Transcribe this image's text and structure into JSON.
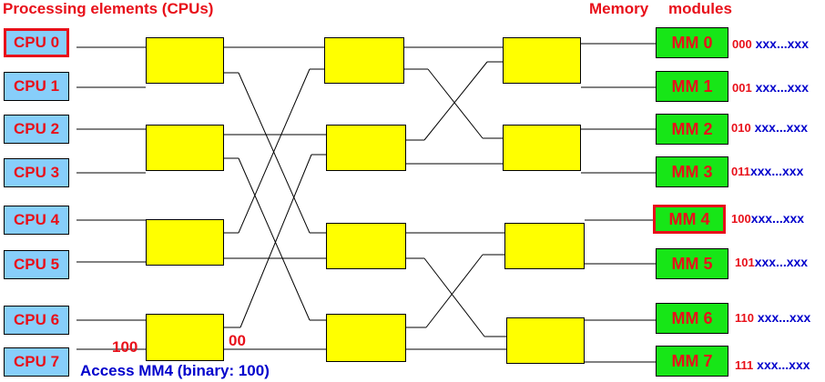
{
  "headers": {
    "left": "Processing elements (CPUs)",
    "memory": "Memory",
    "modules": "modules"
  },
  "cpus": [
    "CPU 0",
    "CPU 1",
    "CPU 2",
    "CPU 3",
    "CPU 4",
    "CPU 5",
    "CPU 6",
    "CPU 7"
  ],
  "memory_modules": [
    {
      "label": "MM 0",
      "bits": "000",
      "suffix": "xxx...xxx"
    },
    {
      "label": "MM 1",
      "bits": "001",
      "suffix": "xxx...xxx"
    },
    {
      "label": "MM 2",
      "bits": "010",
      "suffix": "xxx...xxx"
    },
    {
      "label": "MM 3",
      "bits": "011",
      "suffix": "xxx...xxx"
    },
    {
      "label": "MM 4",
      "bits": "100",
      "suffix": "xxx...xxx"
    },
    {
      "label": "MM 5",
      "bits": "101",
      "suffix": "xxx...xxx"
    },
    {
      "label": "MM 6",
      "bits": "110",
      "suffix": "xxx...xxx"
    },
    {
      "label": "MM 7",
      "bits": "111",
      "suffix": "xxx...xxx"
    }
  ],
  "routing": {
    "input_bits": "100",
    "remaining_bits": "00",
    "caption": "Access MM4 (binary: 100)"
  },
  "highlighted": {
    "cpu": "CPU 0",
    "module": "MM 4"
  },
  "colors": {
    "cpu_fill": "#87cefa",
    "module_fill": "#17e617",
    "switch_fill": "#ffff00",
    "label_red": "#e8101a",
    "label_blue": "#0000cc"
  }
}
